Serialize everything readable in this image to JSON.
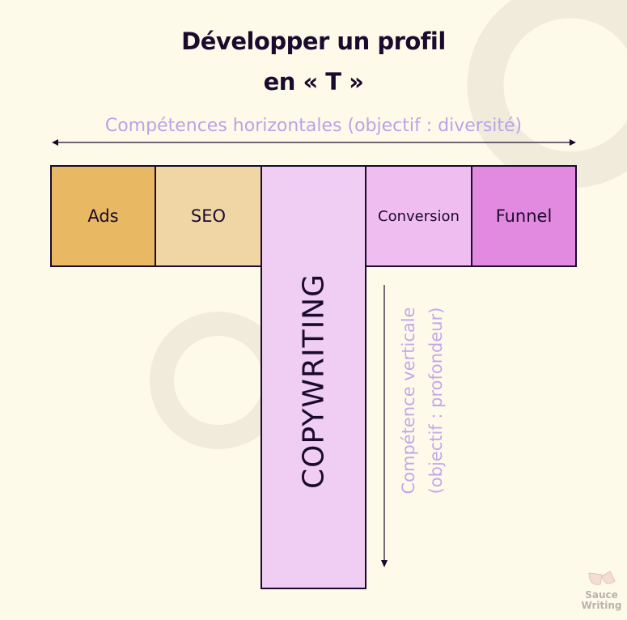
{
  "title": {
    "line1": "Développer un profil",
    "line2": "en « T »"
  },
  "horizontal_label": "Compétences horizontales (objectif : diversité)",
  "vertical_label": {
    "line1": "Compétence verticale",
    "line2": "(objectif : profondeur)"
  },
  "boxes": [
    {
      "label": "Ads",
      "color": "#e9b862"
    },
    {
      "label": "SEO",
      "color": "#efd6a4"
    },
    {
      "label": "Conversion",
      "color": "#efbdef"
    },
    {
      "label": "Funnel",
      "color": "#e28ae0"
    }
  ],
  "vertical_box": {
    "label": "COPYWRITING",
    "color": "#f0cdf3"
  },
  "logo": {
    "line1": "Sauce",
    "line2": "Writing"
  }
}
